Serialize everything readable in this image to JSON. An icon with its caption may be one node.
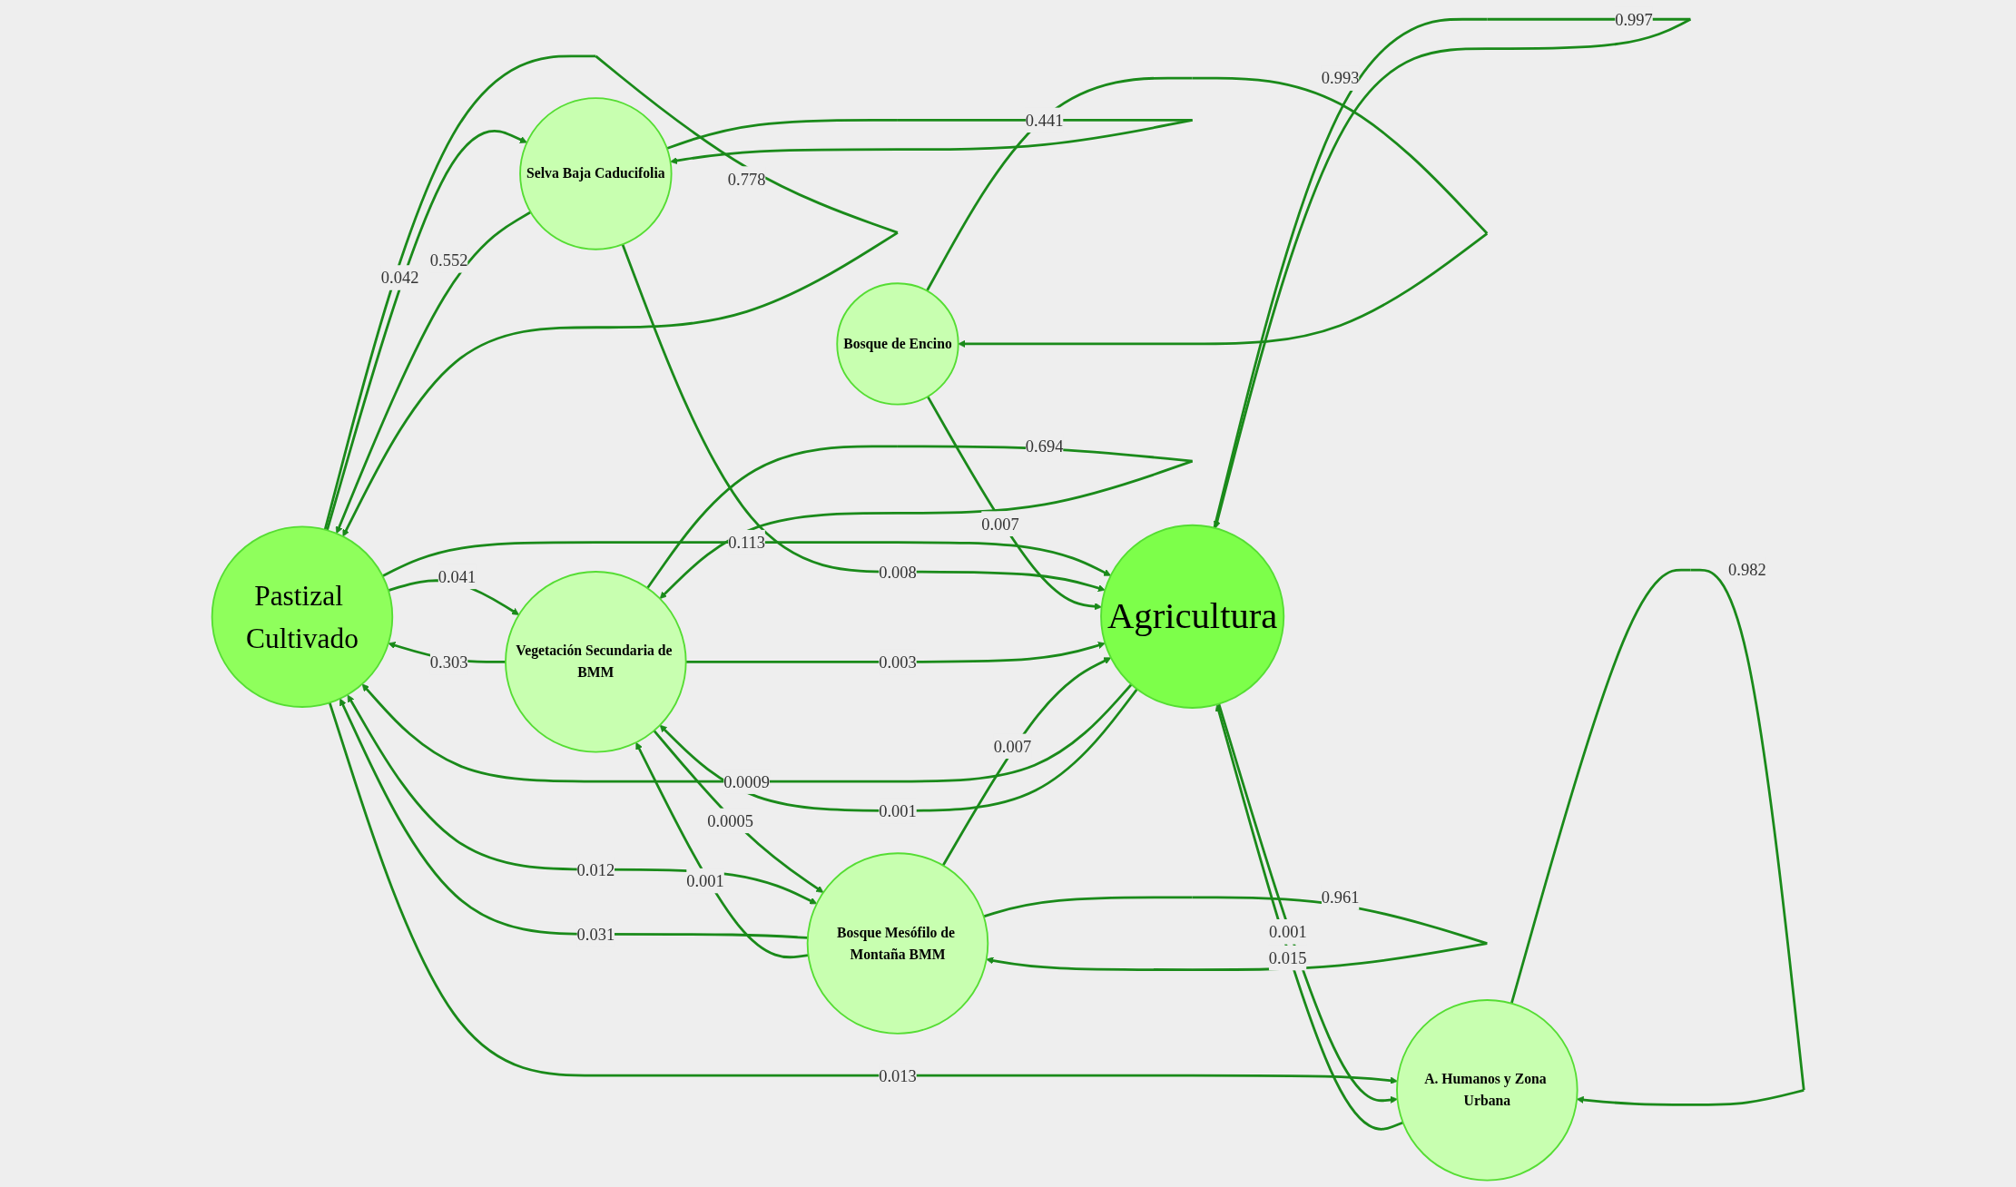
{
  "diagram": {
    "nodes": [
      {
        "text": [
          "Pastizal Cultivado"
        ]
      },
      {
        "text": [
          "Agricultura"
        ]
      },
      {
        "text": [
          "Selva Baja Caducifolia"
        ]
      },
      {
        "text": [
          "Bosque de Encino"
        ]
      },
      {
        "text": [
          "A. Humanos y Zona Urbana"
        ]
      },
      {
        "text": [
          "Vegetación Secundaria de BMM"
        ]
      },
      {
        "text": [
          "Bosque Mesófilo de Montaña BMM"
        ]
      }
    ],
    "edges": [
      {
        "from": 6,
        "to": 0,
        "arrow": "to",
        "label": "0.031"
      },
      {
        "from": 0,
        "to": 0,
        "arrow": "to",
        "label": "0.778"
      },
      {
        "from": 0,
        "to": 5,
        "arrow": "to",
        "label": "0.041"
      },
      {
        "from": 1,
        "to": 1,
        "arrow": "to",
        "label": "0.997"
      },
      {
        "from": 1,
        "to": 0,
        "arrow": "to",
        "label": "0.0009"
      },
      {
        "from": 0,
        "to": 1,
        "arrow": "to",
        "label": "0.113"
      },
      {
        "from": 2,
        "to": 0,
        "arrow": "to",
        "label": "0.552"
      },
      {
        "from": 0,
        "to": 2,
        "arrow": "to",
        "label": "0.042"
      },
      {
        "from": 2,
        "to": 1,
        "arrow": "to",
        "label": "0.008"
      },
      {
        "from": 2,
        "to": 2,
        "arrow": "to",
        "label": "0.441"
      },
      {
        "from": 0,
        "to": 4,
        "arrow": "to",
        "label": "0.013"
      },
      {
        "from": 3,
        "to": 1,
        "arrow": "to",
        "label": "0.007"
      },
      {
        "from": 3,
        "to": 3,
        "arrow": "to",
        "label": "0.993"
      },
      {
        "from": 4,
        "to": 1,
        "arrow": "to",
        "label": "0.015"
      },
      {
        "from": 1,
        "to": 4,
        "arrow": "to",
        "label": "0.001"
      },
      {
        "from": 4,
        "to": 4,
        "arrow": "to",
        "label": "0.982"
      },
      {
        "from": 5,
        "to": 1,
        "arrow": "to",
        "label": "0.003"
      },
      {
        "from": 5,
        "to": 5,
        "arrow": "to",
        "label": "0.694"
      },
      {
        "from": 1,
        "to": 5,
        "arrow": "to",
        "label": "0.001"
      },
      {
        "from": 5,
        "to": 0,
        "arrow": "to",
        "label": "0.303"
      },
      {
        "from": 6,
        "to": 6,
        "arrow": "to",
        "label": "0.961"
      },
      {
        "from": 6,
        "to": 1,
        "arrow": "to",
        "label": "0.007"
      },
      {
        "from": 5,
        "to": 6,
        "arrow": "to",
        "label": "0.0005"
      },
      {
        "from": 0,
        "to": 6,
        "arrow": "both",
        "label": "0.012"
      },
      {
        "from": 6,
        "to": 5,
        "arrow": "to",
        "label": "0.001"
      }
    ]
  }
}
